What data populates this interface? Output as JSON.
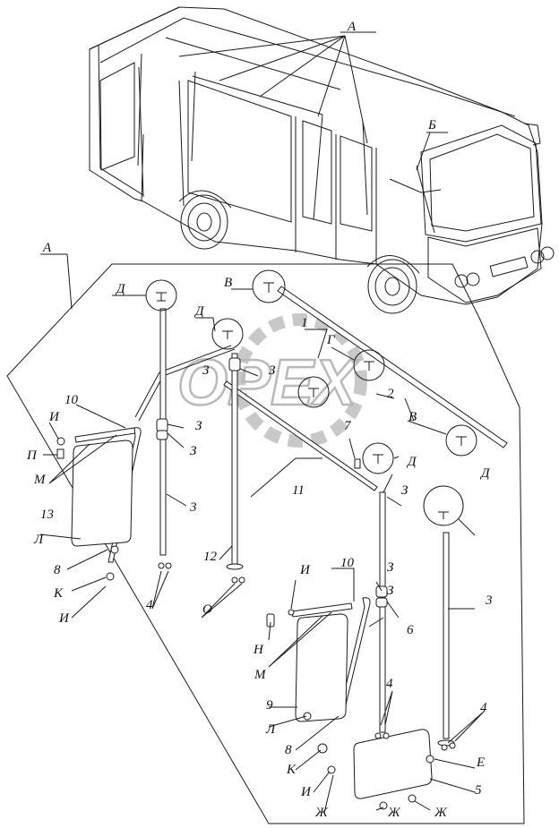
{
  "watermark": "OPEX",
  "labels": {
    "A_top": "А",
    "B_top": "Б",
    "A_left": "А",
    "D1": "Д",
    "V1": "В",
    "G": "Г",
    "D2": "Д",
    "D3": "Д",
    "D4": "Д",
    "V2": "В",
    "E": "Е",
    "I1": "И",
    "I2": "И",
    "I3": "И",
    "I4": "И",
    "P": "П",
    "M1": "М",
    "M2": "М",
    "L1": "Л",
    "L2": "Л",
    "K1": "К",
    "K2": "К",
    "O": "О",
    "H": "Н",
    "Zh1": "Ж",
    "Zh2": "Ж",
    "Zh3": "Ж",
    "Z1": "З",
    "Z2": "З",
    "Z3": "З",
    "Z4": "З",
    "Z5": "З",
    "Z6": "З",
    "Z7": "З",
    "n1": "1",
    "n2": "2",
    "n3a": "3",
    "n3b": "3",
    "n4a": "4",
    "n4b": "4",
    "n4c": "4",
    "n5": "5",
    "n6": "6",
    "n7": "7",
    "n8a": "8",
    "n8b": "8",
    "n9": "9",
    "n10a": "10",
    "n10b": "10",
    "n11": "11",
    "n12": "12",
    "n13": "13"
  }
}
